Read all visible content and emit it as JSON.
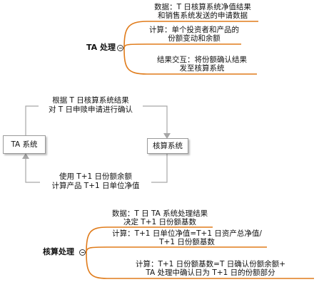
{
  "mindmap_top": {
    "root": "TA 处理",
    "branches": [
      {
        "line1": "数据：T 日核算系统净值结果",
        "line2": "和销售系统发送的申请数据"
      },
      {
        "line1": "计算：单个投资者和产品的",
        "line2": "份额变动和余额"
      },
      {
        "line1": "结果交互：将份额确认结果",
        "line2": "发至核算系统"
      }
    ]
  },
  "cycle": {
    "left_node": "TA 系统",
    "right_node": "核算系统",
    "top_note": {
      "line1": "根据 T 日核算系统结果",
      "line2": "对 T 日申赎申请进行确认"
    },
    "bottom_note": {
      "line1": "使用 T+1 日份额余额",
      "line2": "计算产品 T+1 日单位净值"
    }
  },
  "mindmap_bottom": {
    "root": "核算处理",
    "branches": [
      {
        "line1": "数据：T 日 TA 系统处理结果",
        "line2": "决定 T+1 日份额基数"
      },
      {
        "line1": "计算：T+1 日单位净值=T+1 日资产总净值/",
        "line2": "T+1 日份额基数"
      },
      {
        "line1": "计算：T+1 日份额基数=T 日确认份额余额+",
        "line2": "TA 处理中确认日为 T+1 日的份额部分"
      }
    ]
  },
  "colors": {
    "branch": "#e07b1a",
    "connector": "#a6a6a6"
  }
}
